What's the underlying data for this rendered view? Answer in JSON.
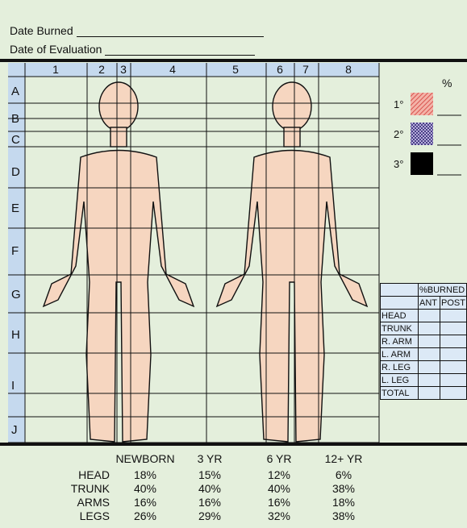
{
  "form": {
    "date_burned_label": "Date Burned",
    "date_eval_label": "Date of Evaluation"
  },
  "grid": {
    "columns": [
      "1",
      "2",
      "3",
      "4",
      "5",
      "6",
      "7",
      "8"
    ],
    "rows": [
      "A",
      "B",
      "C",
      "D",
      "E",
      "F",
      "G",
      "H",
      "I",
      "J"
    ]
  },
  "legend": {
    "percent_label": "%",
    "items": [
      {
        "label": "1°",
        "color": "#e07a6a",
        "pattern": "diagonal-hatch"
      },
      {
        "label": "2°",
        "color": "#6a5fa0",
        "pattern": "crosshatch"
      },
      {
        "label": "3°",
        "color": "#000000",
        "pattern": "solid"
      }
    ]
  },
  "burn_table": {
    "header": "%BURNED",
    "sub_headers": [
      "ANT",
      "POST"
    ],
    "rows": [
      "HEAD",
      "TRUNK",
      "R. ARM",
      "L. ARM",
      "R. LEG",
      "L. LEG",
      "TOTAL"
    ]
  },
  "age_table": {
    "ages": [
      "NEWBORN",
      "3 YR",
      "6 YR",
      "12+ YR"
    ],
    "rows": [
      {
        "label": "HEAD",
        "values": [
          "18%",
          "15%",
          "12%",
          "6%"
        ]
      },
      {
        "label": "TRUNK",
        "values": [
          "40%",
          "40%",
          "40%",
          "38%"
        ]
      },
      {
        "label": "ARMS",
        "values": [
          "16%",
          "16%",
          "16%",
          "18%"
        ]
      },
      {
        "label": "LEGS",
        "values": [
          "26%",
          "29%",
          "32%",
          "38%"
        ]
      }
    ]
  },
  "colors": {
    "background": "#e4efdc",
    "grid_band": "#c5d9ee",
    "skin": "#f6d6c0"
  }
}
